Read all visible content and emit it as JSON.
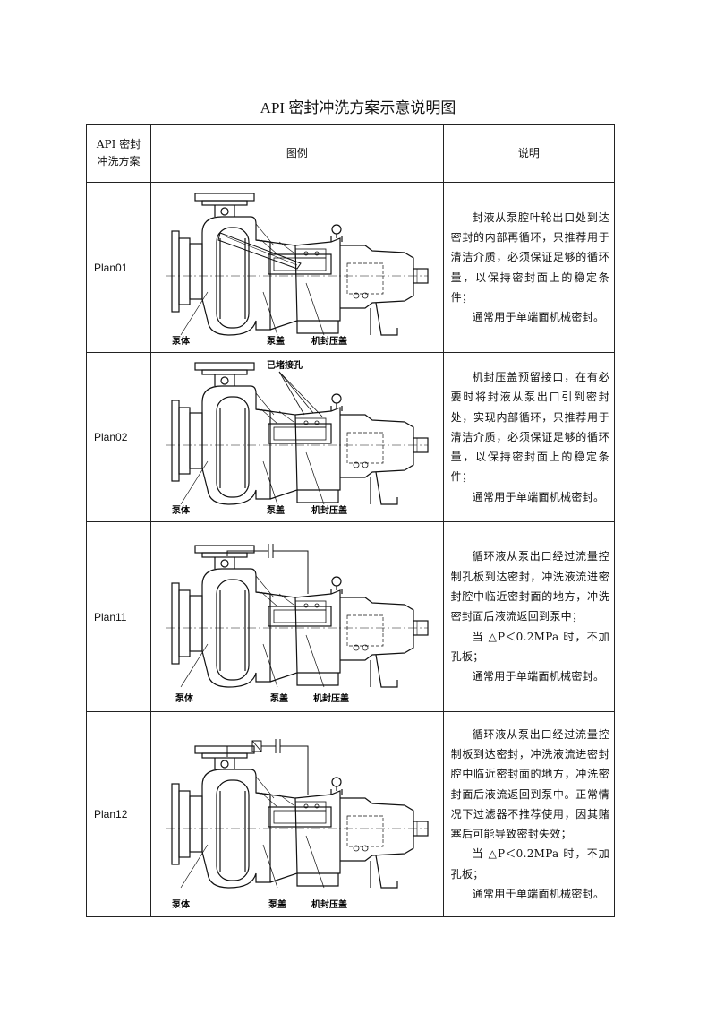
{
  "title": "API 密封冲洗方案示意说明图",
  "header": {
    "col1_line1": "API 密封",
    "col1_line2": "冲洗方案",
    "col2": "图例",
    "col3": "说明"
  },
  "rows": [
    {
      "plan": "Plan01",
      "labels": {
        "body": "泵体",
        "cover": "泵盖",
        "gland": "机封压盖",
        "note": ""
      },
      "paragraphs": [
        "封液从泵腔叶轮出口处到达密封的内部再循环，只推荐用于清洁介质，必须保证足够的循环量，以保持密封面上的稳定条件；",
        "通常用于单端面机械密封。"
      ]
    },
    {
      "plan": "Plan02",
      "labels": {
        "body": "泵体",
        "cover": "泵盖",
        "gland": "机封压盖",
        "note": "已堵接孔"
      },
      "paragraphs": [
        "机封压盖预留接口，在有必要时将封液从泵出口引到密封处，实现内部循环，只推荐用于清洁介质，必须保证足够的循环量，以保持密封面上的稳定条件；",
        "通常用于单端面机械密封。"
      ]
    },
    {
      "plan": "Plan11",
      "labels": {
        "body": "泵体",
        "cover": "泵盖",
        "gland": "机封压盖",
        "note": ""
      },
      "paragraphs": [
        "循环液从泵出口经过流量控制孔板到达密封，冲洗液流进密封腔中临近密封面的地方，冲洗密封面后液流返回到泵中；",
        "当 △P＜0.2MPa 时，不加孔板；",
        "通常用于单端面机械密封。"
      ]
    },
    {
      "plan": "Plan12",
      "labels": {
        "body": "泵体",
        "cover": "泵盖",
        "gland": "机封压盖",
        "note": ""
      },
      "paragraphs": [
        "循环液从泵出口经过流量控制板到达密封，冲洗液流进密封腔中临近密封面的地方，冲洗密封面后液流返回到泵中。正常情况下过滤器不推荐使用，因其赌塞后可能导致密封失效；",
        "当 △P＜0.2MPa 时，不加孔板；",
        "通常用于单端面机械密封。"
      ]
    }
  ]
}
